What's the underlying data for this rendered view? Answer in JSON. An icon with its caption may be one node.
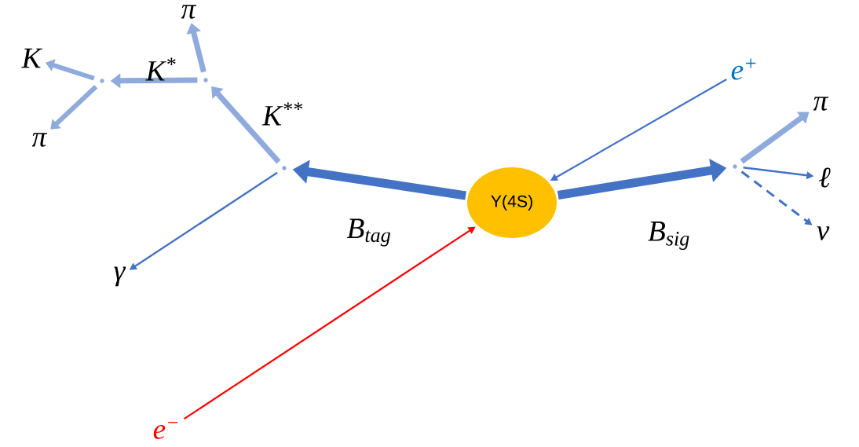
{
  "diagram": {
    "nodes": [
      {
        "text": [
          "Υ(4S)"
        ]
      },
      {
        "text": [
          "e$^{+}$"
        ]
      },
      {
        "text": [
          "e$^{−}$"
        ]
      },
      {
        "text": [],
        "shape": "point"
      },
      {
        "text": [],
        "shape": "point"
      },
      {
        "text": [],
        "shape": "point"
      },
      {
        "text": [],
        "shape": "point"
      },
      {
        "text": [
          "K"
        ]
      },
      {
        "text": [
          "π"
        ]
      },
      {
        "text": [
          "π"
        ]
      },
      {
        "text": [
          "γ"
        ]
      },
      {
        "text": [
          "π"
        ]
      },
      {
        "text": [
          "ℓ"
        ]
      },
      {
        "text": [
          "ν"
        ]
      }
    ],
    "edges": [
      {
        "from": 1,
        "to": 0,
        "arrow": "to",
        "color": "#4472c4"
      },
      {
        "from": 2,
        "to": 0,
        "arrow": "to",
        "color": "#ff0000"
      },
      {
        "from": 0,
        "to": 3,
        "arrow": "to",
        "label": "B$_{tag}$",
        "style": "thick",
        "color": "#4472c4"
      },
      {
        "from": 0,
        "to": 6,
        "arrow": "to",
        "label": "B$_{sig}$",
        "style": "thick",
        "color": "#4472c4"
      },
      {
        "from": 3,
        "to": 4,
        "arrow": "to",
        "label": "K$^{**}$",
        "color": "#8faadc"
      },
      {
        "from": 3,
        "to": 10,
        "arrow": "to",
        "color": "#4472c4"
      },
      {
        "from": 4,
        "to": 8,
        "arrow": "to",
        "color": "#8faadc"
      },
      {
        "from": 4,
        "to": 5,
        "arrow": "to",
        "label": "K$^{*}$",
        "color": "#8faadc"
      },
      {
        "from": 5,
        "to": 7,
        "arrow": "to",
        "color": "#8faadc"
      },
      {
        "from": 5,
        "to": 9,
        "arrow": "to",
        "color": "#8faadc"
      },
      {
        "from": 6,
        "to": 11,
        "arrow": "to",
        "color": "#8faadc"
      },
      {
        "from": 6,
        "to": 12,
        "arrow": "to",
        "color": "#4472c4"
      },
      {
        "from": 6,
        "to": 13,
        "arrow": "to",
        "style": "dashed",
        "color": "#4472c4"
      }
    ]
  }
}
